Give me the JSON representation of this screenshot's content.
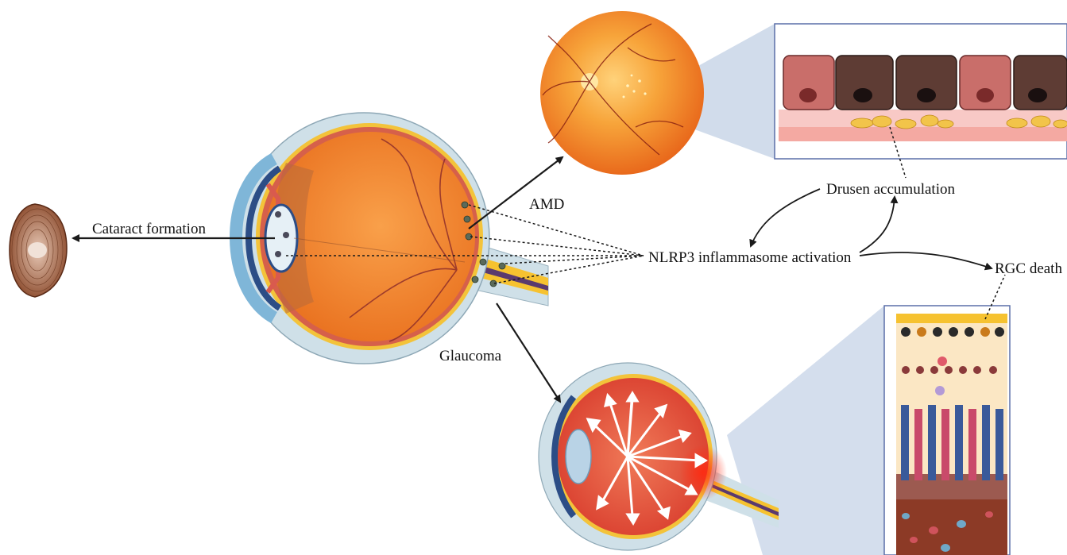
{
  "labels": {
    "cataract": "Cataract formation",
    "amd": "AMD",
    "glaucoma": "Glaucoma",
    "nlrp3": "NLRP3 inflammasome activation",
    "drusen": "Drusen accumulation",
    "rgc": "RGC death"
  },
  "icons": [
    "lens-icon",
    "eye-cross-section-icon",
    "fundus-icon",
    "rpe-cells-icon",
    "glaucoma-eye-icon",
    "retina-layers-icon"
  ],
  "colors": {
    "arrow": "#1a1a1a",
    "eye_orange": "#f07d22",
    "sclera": "#cfe0e8",
    "retina_red": "#d9443a",
    "callout_fill": "#c9d6e8",
    "frame": "#5a6fa8"
  }
}
